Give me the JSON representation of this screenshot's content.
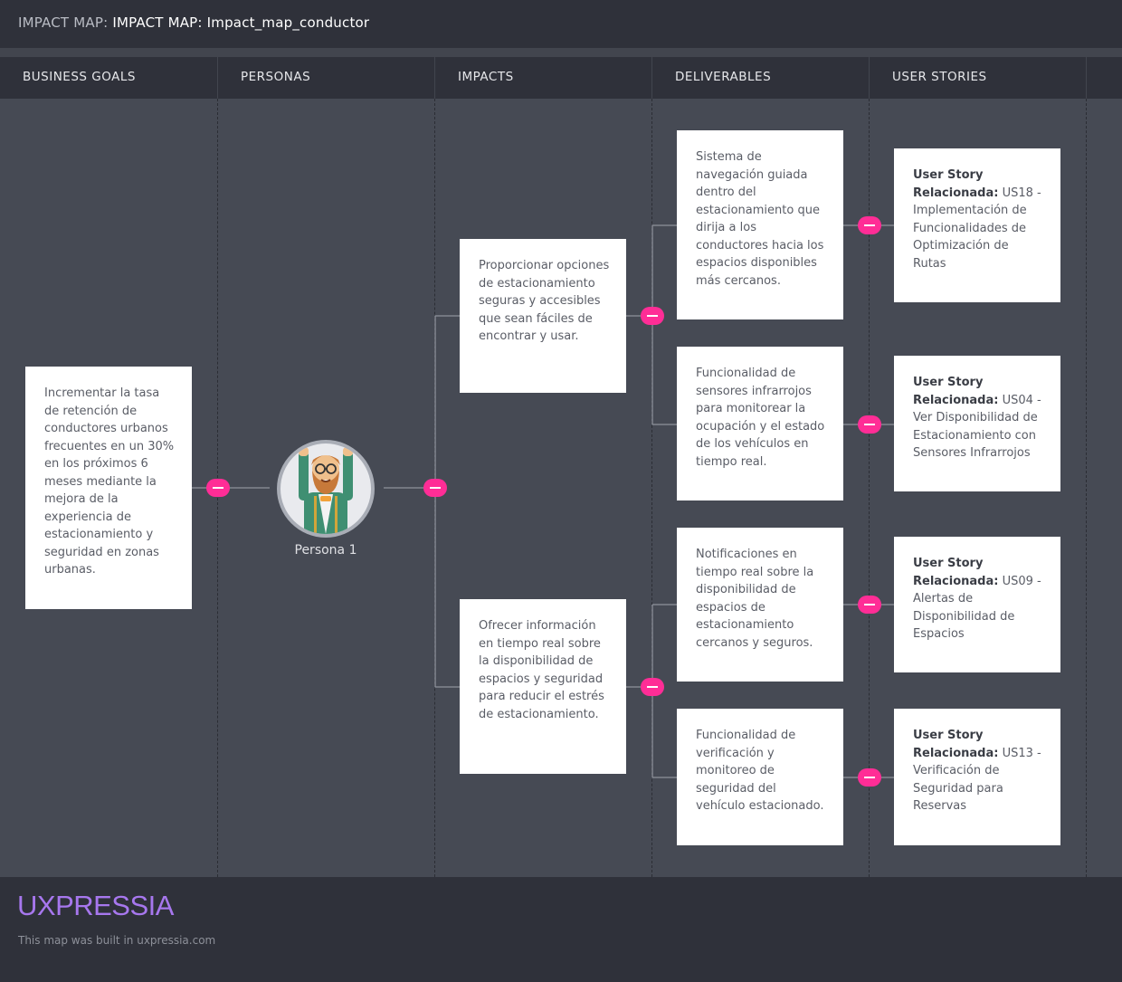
{
  "window": {
    "title_prefix": "IMPACT MAP:",
    "title_name": "IMPACT MAP: Impact_map_conductor"
  },
  "columns": [
    {
      "label": "BUSINESS GOALS"
    },
    {
      "label": "PERSONAS"
    },
    {
      "label": "IMPACTS"
    },
    {
      "label": "DELIVERABLES"
    },
    {
      "label": "USER STORIES"
    }
  ],
  "goal": {
    "text": "Incrementar la tasa de retención de conductores urbanos frecuentes en un 30% en los próximos 6 meses mediante la mejora de la experiencia de estacionamiento y seguridad en zonas urbanas."
  },
  "persona": {
    "name": "Persona 1",
    "avatar_icon": "bearded-man-avatar-icon"
  },
  "impacts": [
    {
      "text": "Proporcionar opciones de estacionamiento seguras y accesibles que sean fáciles de encontrar y usar."
    },
    {
      "text": "Ofrecer información en tiempo real sobre la disponibilidad de espacios y seguridad para reducir el estrés de estacionamiento."
    }
  ],
  "deliverables": [
    {
      "text": "Sistema de navegación guiada dentro del estacionamiento que dirija a los conductores hacia los espacios disponibles más cercanos."
    },
    {
      "text": "Funcionalidad de sensores infrarrojos para monitorear la ocupación y el estado de los vehículos en tiempo real."
    },
    {
      "text": "Notificaciones en tiempo real sobre la disponibilidad de espacios de estacionamiento cercanos y seguros."
    },
    {
      "text": "Funcionalidad de verificación y monitoreo de seguridad del vehículo estacionado."
    }
  ],
  "user_stories": [
    {
      "label": "User Story Relacionada:",
      "text": " US18 - Implementación de Funcionalidades de Optimización de Rutas"
    },
    {
      "label": "User Story Relacionada:",
      "text": " US04 - Ver Disponibilidad de Estacionamiento con Sensores Infrarrojos"
    },
    {
      "label": "User Story Relacionada:",
      "text": " US09 - Alertas de Disponibilidad de Espacios"
    },
    {
      "label": "User Story Relacionada:",
      "text": " US13 - Verificación de Seguridad para Reservas"
    }
  ],
  "footer": {
    "logo": "UXPRESSIA",
    "note": "This map was built in uxpressia.com"
  },
  "colors": {
    "background": "#464a54",
    "bar": "#2f313a",
    "toggle": "#ff2d96",
    "logo": "#a777ee",
    "card": "#ffffff"
  }
}
